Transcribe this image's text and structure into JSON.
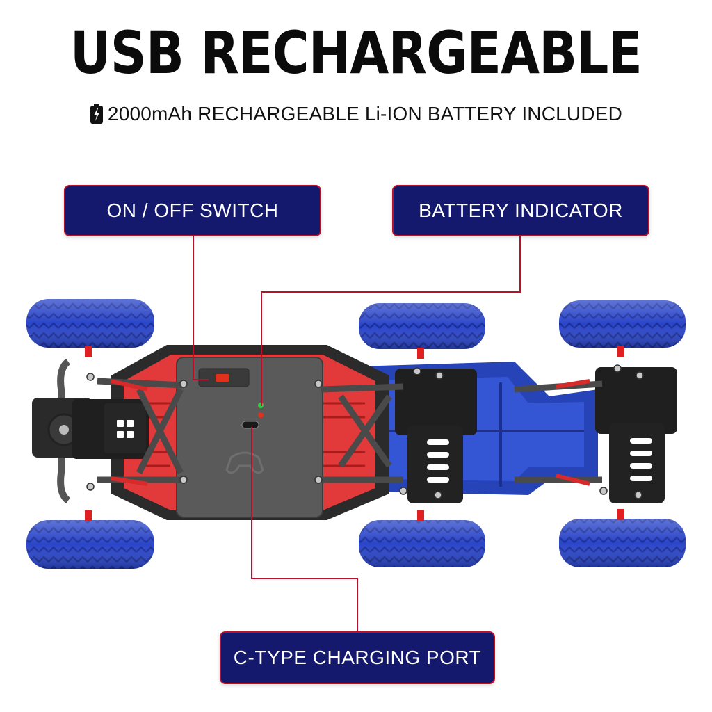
{
  "header": {
    "title": "USB RECHARGEABLE",
    "subtitle": "2000mAh RECHARGEABLE Li-ION BATTERY INCLUDED",
    "subtitle_icon": "battery-charging-icon"
  },
  "callouts": {
    "switch": "ON / OFF SWITCH",
    "battery_indicator": "BATTERY INDICATOR",
    "charging_port": "C-TYPE CHARGING PORT"
  },
  "colors": {
    "callout_bg": "#14196e",
    "callout_border": "#b8112a",
    "leader_line": "#b8112a",
    "tire_blue": "#2a45c9",
    "chassis_red": "#d82a2a",
    "battery_cover": "#555555",
    "led_green": "#2ecc40",
    "led_red": "#e0301e"
  }
}
